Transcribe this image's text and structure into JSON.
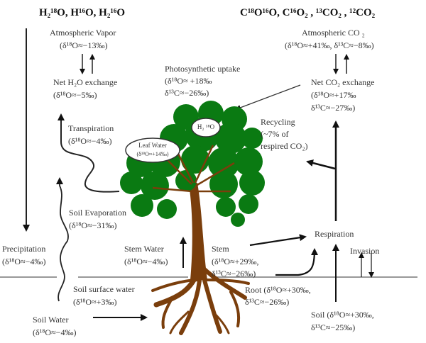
{
  "titles": {
    "water": "H₂¹⁸O,  H¹⁶O,  H₂¹⁶O",
    "co2": "C¹⁸O¹⁶O, C¹⁶O₂ , ¹³CO₂ , ¹²CO₂"
  },
  "labels": {
    "atm_vapor": {
      "name": "Atmospheric Vapor",
      "v1": "(δ¹⁸O≈−13‰)"
    },
    "net_h2o": {
      "name": "Net H₂O exchange",
      "v1": "(δ¹⁸O≈−5‰)"
    },
    "photo": {
      "name": "Photosynthetic  uptake",
      "v1": "(δ¹⁸O≈ +18‰",
      "v2": "δ¹³C≈−26‰)"
    },
    "atm_co2": {
      "name": "Atmospheric CO ₂",
      "v1": "(δ¹⁸O≈+41‰, δ¹³C≈−8‰)"
    },
    "net_co2": {
      "name": "Net CO₂ exchange",
      "v1": "(δ¹⁸O≈+17‰",
      "v2": "δ¹³C≈−27‰)"
    },
    "recycling": {
      "name": "Recycling",
      "v1": "(~7% of",
      "v2": "respired CO₂)"
    },
    "transpiration": {
      "name": "Transpiration",
      "v1": "(δ¹⁸O≈−4‰)"
    },
    "leaf_water": {
      "name": "Leaf Water",
      "v1": "(δ¹⁸O≈+14‰)"
    },
    "h2_18o": {
      "name": "H₂ ¹⁸O"
    },
    "soil_evap": {
      "name": "Soil Evaporation",
      "v1": "(δ¹⁸O≈−31‰)"
    },
    "precip": {
      "name": "Precipitation",
      "v1": "(δ¹⁸O≈−4‰)"
    },
    "stem_water": {
      "name": "Stem Water",
      "v1": "(δ¹⁸O≈−4‰)"
    },
    "stem": {
      "name": "Stem",
      "v1": "(δ¹⁸O≈+29‰,",
      "v2": "δ¹³C≈−26‰)"
    },
    "respiration": {
      "name": "Respiration"
    },
    "invasion": {
      "name": "Invasion"
    },
    "soil_surface": {
      "name": "Soil surface water",
      "v1": "(δ¹⁸O≈+3‰)"
    },
    "root": {
      "name": "Root (δ¹⁸O≈+30‰,",
      "v1": "δ¹³C≈−26‰)"
    },
    "soil_water": {
      "name": "Soil Water",
      "v1": "(δ¹⁸O≈−4‰)"
    },
    "soil": {
      "name": "Soil (δ¹⁸O≈+30‰,",
      "v1": "δ¹³C≈−25‰)"
    }
  },
  "colors": {
    "foliage": "#0a7a12",
    "trunk": "#7a3e0c",
    "line": "#333333"
  }
}
